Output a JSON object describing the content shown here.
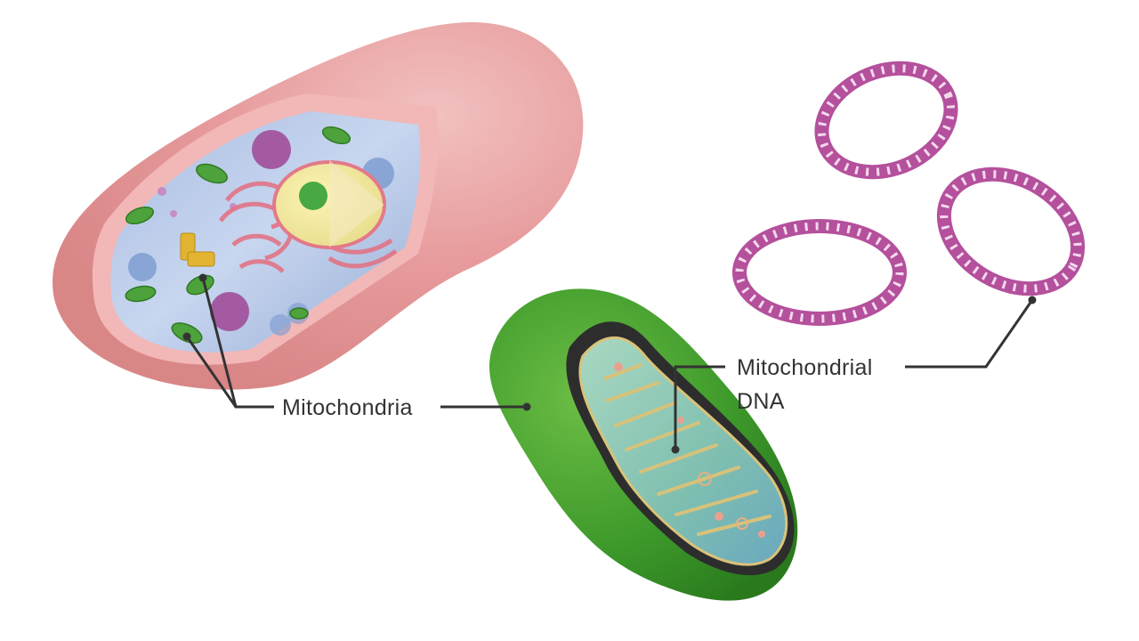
{
  "labels": {
    "mitochondria": "Mitochondria",
    "mtdna_line1": "Mitochondrial",
    "mtdna_line2": "DNA"
  },
  "colors": {
    "cell_outer": "#e7999a",
    "cell_inner_wall": "#f1b6b5",
    "cytoplasm": "#b7c8e6",
    "mito_outer": "#3f9a2a",
    "mito_matrix": "#8fcbb8",
    "cristae": "#d6c27a",
    "dna_ring": "#b4509c",
    "dna_rung": "#f4d9ee",
    "leader_line": "#333333",
    "text": "#333333"
  },
  "icons": {
    "cell": "eukaryotic-cell-cutaway",
    "mitochondrion": "mitochondrion-cutaway",
    "dna": "circular-dna-ring"
  }
}
